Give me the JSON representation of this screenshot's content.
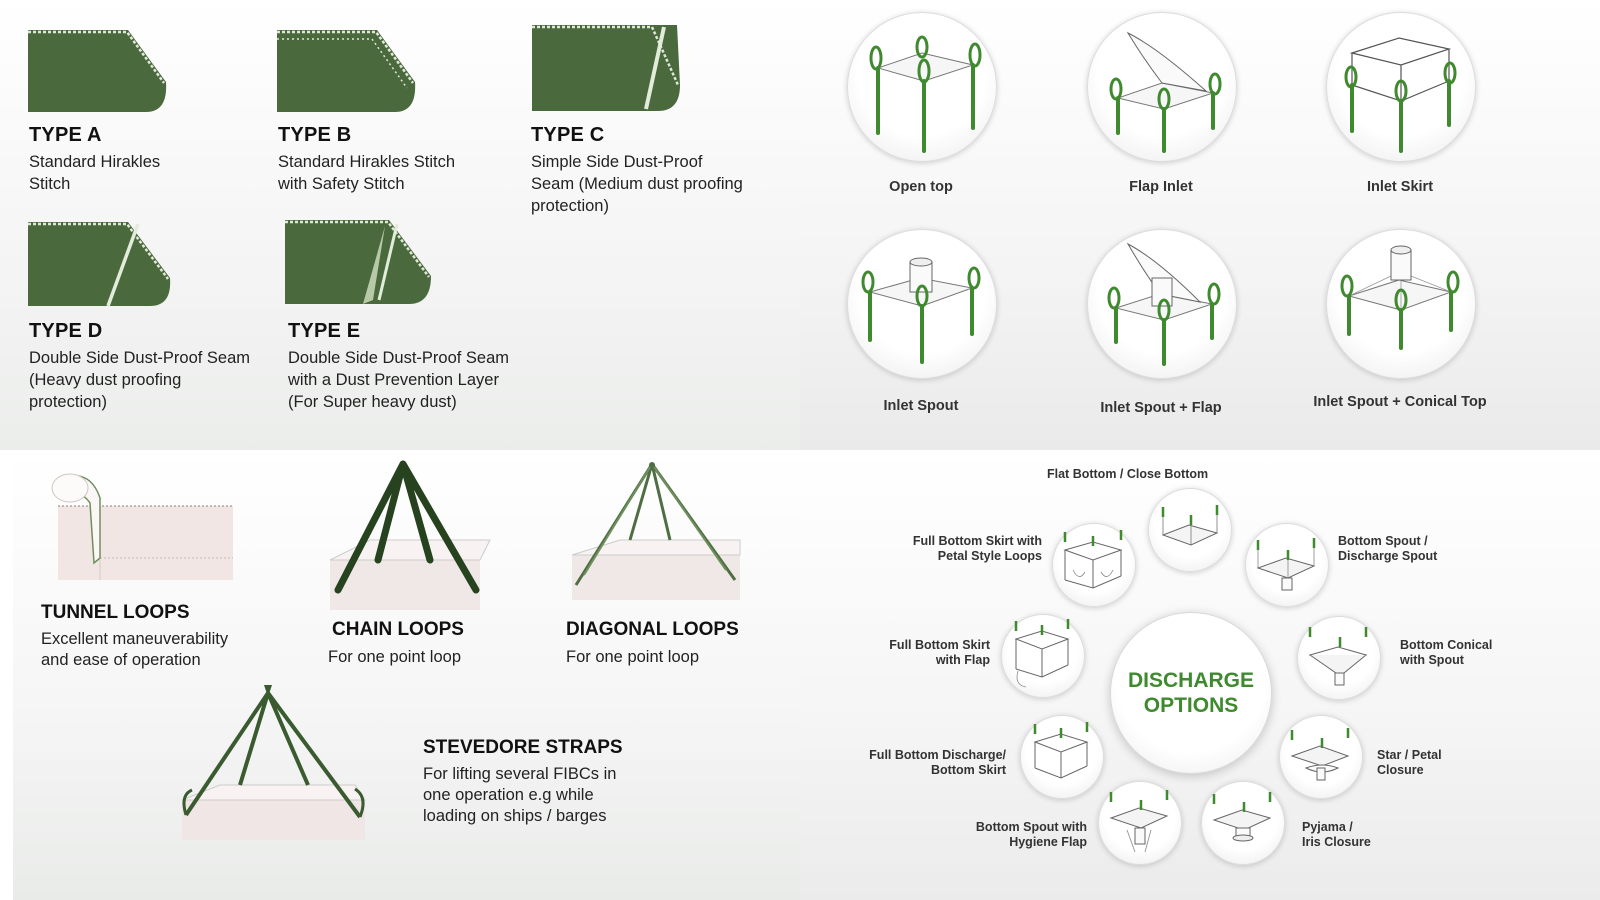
{
  "colors": {
    "accent_green": "#3f8a2f",
    "fabric_green": "#4a6a3e",
    "text": "#1f1f1f"
  },
  "seam_types": [
    {
      "title": "TYPE A",
      "desc": "Standard Hirakles\nStitch"
    },
    {
      "title": "TYPE B",
      "desc": "Standard Hirakles Stitch\nwith Safety Stitch"
    },
    {
      "title": "TYPE C",
      "desc": "Simple Side Dust-Proof\nSeam (Medium dust proofing\nprotection)"
    },
    {
      "title": "TYPE D",
      "desc": "Double Side Dust-Proof Seam\n(Heavy dust proofing\nprotection)"
    },
    {
      "title": "TYPE E",
      "desc": "Double Side Dust-Proof Seam\nwith a Dust Prevention Layer\n(For Super heavy dust)"
    }
  ],
  "filling_options": [
    {
      "label": "Open top",
      "icon": "open-top-bag-icon"
    },
    {
      "label": "Flap Inlet",
      "icon": "flap-inlet-bag-icon"
    },
    {
      "label": "Inlet Skirt",
      "icon": "inlet-skirt-bag-icon"
    },
    {
      "label": "Inlet Spout",
      "icon": "inlet-spout-bag-icon"
    },
    {
      "label": "Inlet Spout + Flap",
      "icon": "inlet-spout-flap-bag-icon"
    },
    {
      "label": "Inlet Spout + Conical Top",
      "icon": "inlet-spout-conical-bag-icon"
    }
  ],
  "loops": [
    {
      "title": "TUNNEL LOOPS",
      "desc": "Excellent maneuverability\nand ease of operation"
    },
    {
      "title": "CHAIN LOOPS",
      "desc": "For one point loop"
    },
    {
      "title": "DIAGONAL LOOPS",
      "desc": "For one point loop"
    },
    {
      "title": "STEVEDORE STRAPS",
      "desc": "For lifting several FIBCs in\none operation e.g while\nloading on ships / barges"
    }
  ],
  "discharge": {
    "title": "DISCHARGE\nOPTIONS",
    "options": [
      {
        "label": "Flat Bottom / Close Bottom"
      },
      {
        "label": "Bottom Spout /\nDischarge Spout"
      },
      {
        "label": "Bottom Conical\nwith Spout"
      },
      {
        "label": "Star / Petal\nClosure"
      },
      {
        "label": "Pyjama /\nIris Closure"
      },
      {
        "label": "Bottom Spout with\nHygiene Flap"
      },
      {
        "label": "Full Bottom Discharge/\nBottom Skirt"
      },
      {
        "label": "Full Bottom Skirt\nwith Flap"
      },
      {
        "label": "Full Bottom Skirt with\nPetal Style Loops"
      }
    ]
  }
}
